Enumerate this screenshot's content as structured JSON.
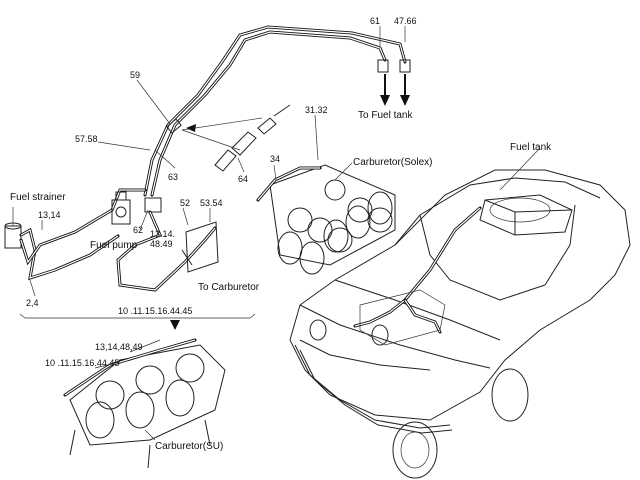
{
  "labels": {
    "fuel_strainer": "Fuel strainer",
    "fuel_pump": "Fuel pump",
    "to_carburetor": "To Carburetor",
    "to_fuel_tank": "To Fuel tank",
    "fuel_tank": "Fuel tank",
    "carburetor_solex": "Carburetor(Solex)",
    "carburetor_su": "Carburetor(SU)"
  },
  "part_numbers": {
    "p61": "61",
    "p47_66": "47.66",
    "p59": "59",
    "p57_58": "57.58",
    "p63": "63",
    "p64": "64",
    "p31_32": "31.32",
    "p34": "34",
    "p13_14_a": "13,14",
    "p62": "62",
    "p52": "52",
    "p53_54": "53.54",
    "p13_14_48_49_a": "13.14.",
    "p48_49": "48.49",
    "p2_4": "2,4",
    "p10_45_a": "10 .11.15.16.44.45",
    "p13_14_48_49_b": "13,14,48,49",
    "p10_45_b": "10 .11.15.16.44.45"
  }
}
